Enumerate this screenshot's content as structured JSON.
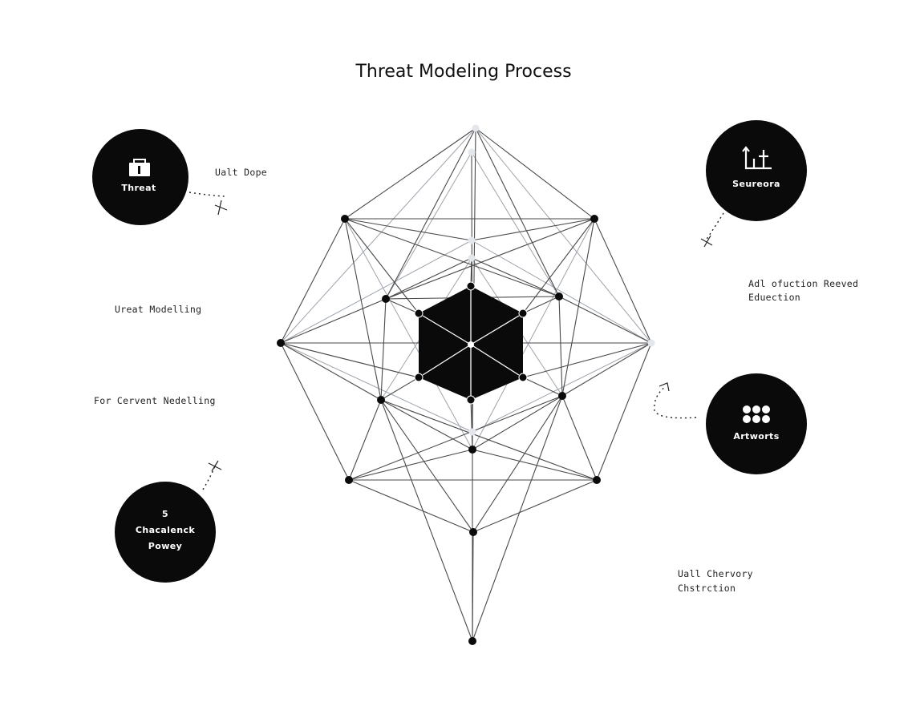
{
  "title": "Threat Modeling Process",
  "nodes": {
    "threat": {
      "label": "Threat",
      "icon": "briefcase-icon"
    },
    "seureora": {
      "label": "Seureora",
      "icon": "chart-icon"
    },
    "artworts": {
      "label": "Artworts",
      "icon": "grid-dots-icon"
    },
    "chacalenck": {
      "number": "5",
      "line1": "Chacalenck",
      "line2": "Powey"
    }
  },
  "annotations": {
    "ualt_dope": "Ualt Dope",
    "ureat_modelling": "Ureat Modelling",
    "for_cervent": "For Cervent Nedelling",
    "adl_line1": "Adl ofuction Reeved",
    "adl_line2": "Eduection",
    "uall_line1": "Uall Chervory",
    "uall_line2": "Chstrction"
  },
  "colors": {
    "node_fill": "#0a0a0a",
    "edge": "#4a4a4a",
    "edge_light": "#9da3ad",
    "background": "#ffffff"
  }
}
